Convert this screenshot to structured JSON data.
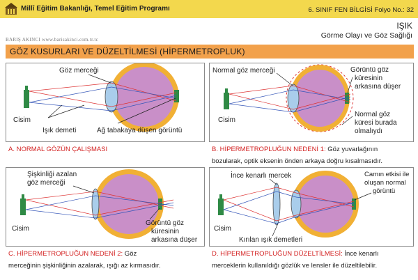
{
  "header": {
    "ministry": "Millî Eğitim Bakanlığı, Temel Eğitim Programı",
    "folio": "6. SINIF FEN BİLGİSİ Folyo No.: 32"
  },
  "author": "BARIŞ AKINCI   www.barisakinci.com.tr.tc",
  "subject": {
    "title": "IŞIK",
    "subtitle": "Görme Olayı ve Göz Sağlığı"
  },
  "main_title": "GÖZ KUSURLARI VE DÜZELTİLMESİ (HİPERMETROPLUK)",
  "panels": {
    "a": {
      "labels": {
        "lens": "Göz merceği",
        "object": "Cisim",
        "rays": "Işık demeti",
        "retina": "Ağ tabakaya düşen görüntü"
      },
      "caption": "A. NORMAL GÖZÜN ÇALIŞMASI"
    },
    "b": {
      "labels": {
        "lens": "Normal göz merceği",
        "image_1": "Görüntü göz",
        "image_2": "küresinin",
        "image_3": "arkasına düşer",
        "object": "Cisim",
        "normal_1": "Normal göz",
        "normal_2": "küresi burada",
        "normal_3": "olmalıydı"
      },
      "caption_red": "B. HİPERMETROPLUĞUN NEDENİ 1:",
      "caption_rest": " Göz yuvarlağının",
      "caption_line2": "bozularak, optik eksenin önden arkaya doğru kısalmasıdır."
    },
    "c": {
      "labels": {
        "lens_1": "Şişkinliği azalan",
        "lens_2": "göz merceği",
        "object": "Cisim",
        "image_1": "Görüntü göz",
        "image_2": "küresinin",
        "image_3": "arkasına düşer"
      },
      "caption_red": "C. HİPERMETROPLUĞUN  NEDENİ 2:",
      "caption_rest": " Göz",
      "caption_line2": "merceğinin şişkinliğinin azalarak, ışığı az kırmasıdır."
    },
    "d": {
      "labels": {
        "lens": "İnce kenarlı mercek",
        "effect_1": "Camın etkisi ile",
        "effect_2": "oluşan normal",
        "effect_3": "görüntü",
        "object": "Cisim",
        "refracted": "Kırılan ışık demetleri"
      },
      "caption_red": "D. HİPERMETROPLUĞUN DÜZELTİLMESİ:",
      "caption_rest": " İnce kenarlı",
      "caption_line2": "merceklerin kullanıldığı gözlük ve lensler ile düzeltilebilir."
    }
  },
  "colors": {
    "header_bar": "#f3d84d",
    "title_bar": "#f2a14b",
    "caption_red": "#d32222",
    "eye_outer": "#f1b035",
    "eye_inner": "#c98fc8",
    "lens_blue": "#a9cdeb",
    "object_green": "#2f8a45"
  }
}
